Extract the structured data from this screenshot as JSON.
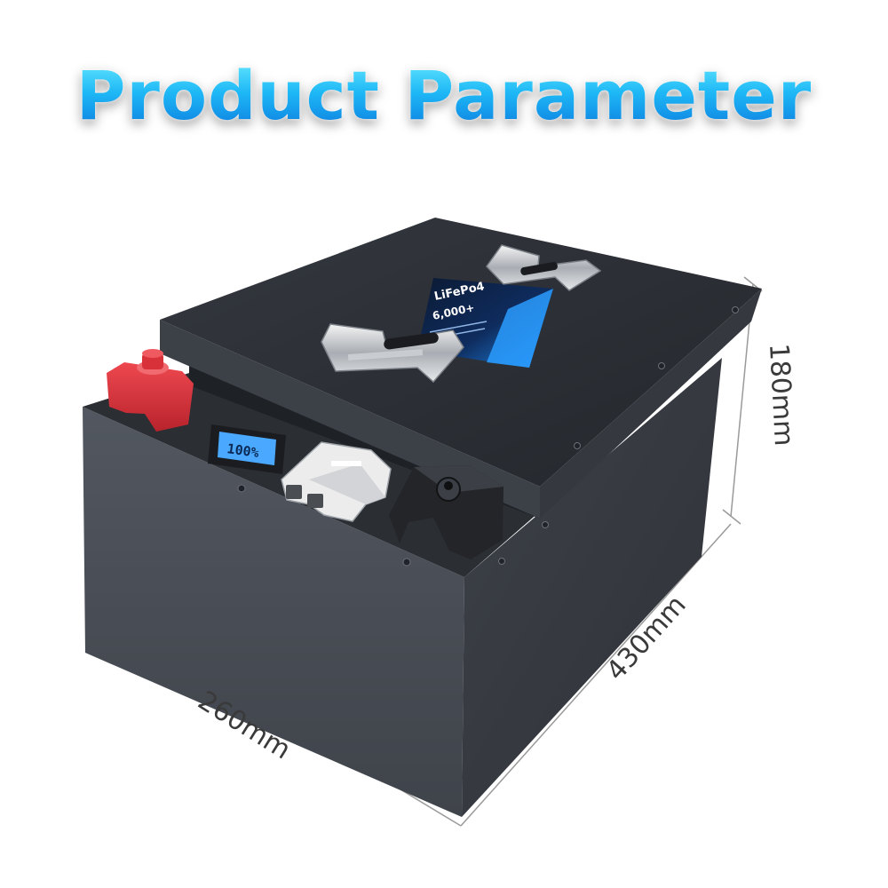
{
  "page": {
    "headline": "Product Parameter",
    "colors": {
      "headline_top": "#5fe4ff",
      "headline_bottom": "#0d7fe0",
      "battery_body": "#474b52",
      "battery_top": "#2c3036",
      "positive_terminal": "#d8313a",
      "label_blue": "#1a7fe8"
    }
  },
  "dimensions": {
    "height": "180mm",
    "length": "430mm",
    "width": "260mm"
  },
  "battery": {
    "label_chemistry": "LiFePo4",
    "label_rating": "6,000+",
    "display_reading": "100%",
    "icons": [
      "positive-terminal-icon",
      "negative-terminal-icon",
      "anderson-connector-icon",
      "carry-handle-icon"
    ]
  }
}
